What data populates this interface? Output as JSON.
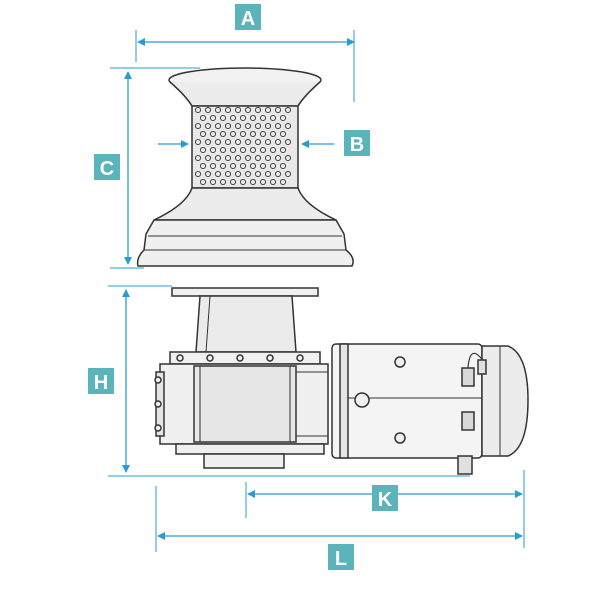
{
  "colors": {
    "dimension": "#2a9bd3",
    "badge_fill": "#5bb4b9",
    "badge_text": "#ffffff",
    "drawing_line": "#333333",
    "drum_fill": "#e8e8e8"
  },
  "dimensions": {
    "A": "A",
    "B": "B",
    "C": "C",
    "H": "H",
    "K": "K",
    "L": "L"
  }
}
